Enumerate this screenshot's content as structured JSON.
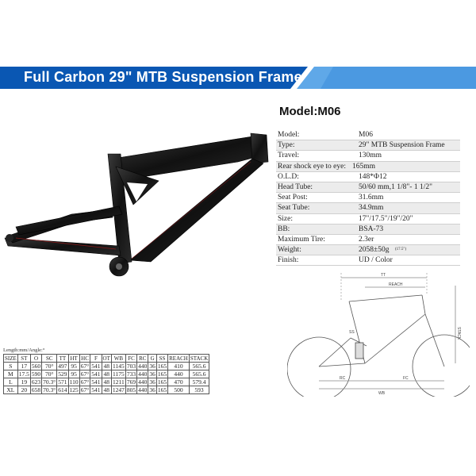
{
  "banner": {
    "title": "Full Carbon 29\" MTB Suspension Frame",
    "colors": {
      "primary": "#0a57b3",
      "light": "#5fa8e8"
    }
  },
  "model_title": "Model:M06",
  "specs": [
    {
      "label": "Model:",
      "value": "M06"
    },
    {
      "label": "Type:",
      "value": "29\" MTB Suspension Frame"
    },
    {
      "label": "Travel:",
      "value": "130mm"
    },
    {
      "label": "Rear shock eye to eye:",
      "value": "165mm",
      "inline": true
    },
    {
      "label": "O.L.D:",
      "value": "148*Φ12"
    },
    {
      "label": "Head Tube:",
      "value": "50/60 mm,1 1/8\"- 1 1/2\""
    },
    {
      "label": "Seat Post:",
      "value": "31.6mm"
    },
    {
      "label": "Seat Tube:",
      "value": "34.9mm"
    },
    {
      "label": "Size:",
      "value": "17\"/17.5\"/19\"/20\""
    },
    {
      "label": "BB:",
      "value": "BSA-73"
    },
    {
      "label": "Maximum Tire:",
      "value": "2.3er"
    },
    {
      "label": "Weight:",
      "value": "2058±50g",
      "note": "(17.5\")"
    },
    {
      "label": "Finish:",
      "value": "UD / Color"
    }
  ],
  "length_note": "Length:mm/Angle:°",
  "size_table": {
    "headers": [
      "SIZE",
      "ST",
      "O",
      "SC",
      "TT",
      "HT",
      "HC",
      "F",
      "OT",
      "WB",
      "FC",
      "RC",
      "G",
      "SS",
      "REACH",
      "STACK"
    ],
    "rows": [
      [
        "S",
        "17",
        "560",
        "70°",
        "497",
        "95",
        "67°",
        "541",
        "48",
        "1145",
        "703",
        "440",
        "36",
        "165",
        "410",
        "565.6"
      ],
      [
        "M",
        "17.5",
        "590",
        "70°",
        "529",
        "95",
        "67°",
        "541",
        "48",
        "1175",
        "733",
        "440",
        "36",
        "165",
        "440",
        "565.6"
      ],
      [
        "L",
        "19",
        "623",
        "70.3°",
        "571",
        "110",
        "67°",
        "541",
        "48",
        "1211",
        "769",
        "440",
        "36",
        "165",
        "470",
        "579.4"
      ],
      [
        "XL",
        "20",
        "658",
        "70.3°",
        "614",
        "125",
        "67°",
        "541",
        "48",
        "1247",
        "805",
        "440",
        "36",
        "165",
        "500",
        "593"
      ]
    ]
  },
  "diagram": {
    "labels": {
      "tt": "TT",
      "reach": "REACH",
      "stack": "STACK",
      "wb": "WB",
      "rc": "RC",
      "fc": "FC",
      "ss": "SS"
    }
  }
}
